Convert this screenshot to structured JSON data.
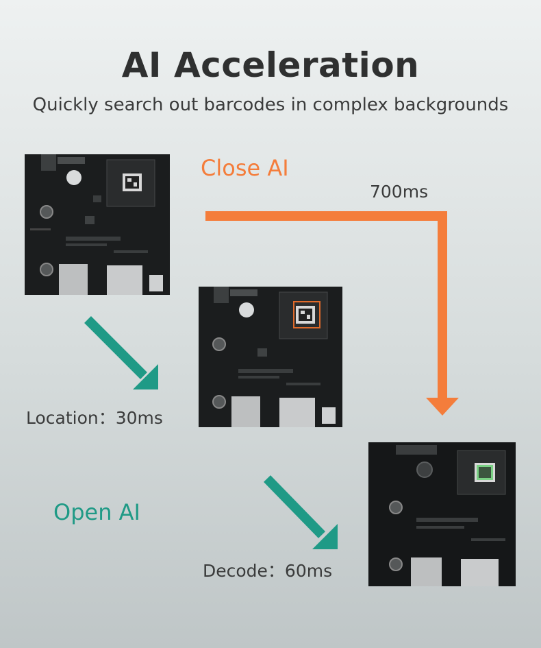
{
  "header": {
    "title": "AI Acceleration",
    "subtitle": "Quickly search out barcodes in complex backgrounds"
  },
  "close_ai": {
    "label": "Close AI",
    "time": "700ms",
    "color": "#f47d3b"
  },
  "open_ai": {
    "label": "Open AI",
    "location": "Location：30ms",
    "decode": "Decode：60ms",
    "color": "#1f9a86"
  },
  "images": [
    {
      "name": "circuit-board-original",
      "barcode_state": "none"
    },
    {
      "name": "circuit-board-located",
      "barcode_state": "located",
      "highlight_color": "#e06a2a"
    },
    {
      "name": "circuit-board-decoded",
      "barcode_state": "decoded",
      "highlight_color": "#2ecc40"
    }
  ]
}
